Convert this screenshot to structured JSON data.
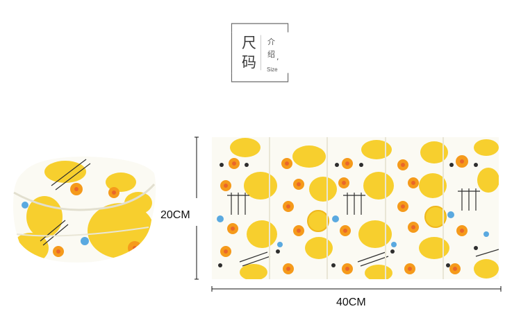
{
  "title": {
    "char1": "尺",
    "char2": "码",
    "sub1": "介",
    "sub2": "绍",
    "comma": ",",
    "size_word": "Size"
  },
  "dimensions": {
    "height_label": "20CM",
    "width_label": "40CM"
  },
  "colors": {
    "lemon": "#f7cf2e",
    "lemon_dark": "#efb71c",
    "flower_orange": "#f59a1b",
    "flower_center": "#e9672a",
    "leaf_dark": "#2e2e2e",
    "bird_blue": "#5aa9e0",
    "fabric_bg": "#fbfaf3"
  },
  "icons": [
    "scarf-product-photo",
    "fabric-pattern-photo",
    "dimension-arrow"
  ]
}
